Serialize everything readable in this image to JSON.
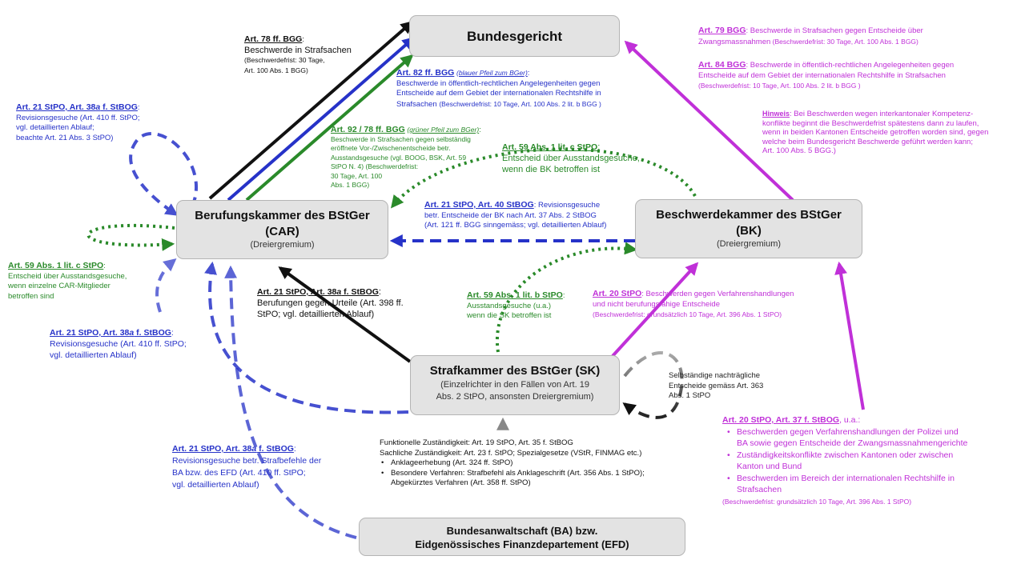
{
  "nodes": {
    "bundesgericht": {
      "title": "Bundesgericht"
    },
    "car": {
      "title": "Berufungskammer des BStGer",
      "title2": "(CAR)",
      "sub": "(Dreiergremium)"
    },
    "bk": {
      "title": "Beschwerdekammer des BStGer",
      "title2": "(BK)",
      "sub": "(Dreiergremium)"
    },
    "sk": {
      "title": "Strafkammer des BStGer (SK)",
      "sub1": "(Einzelrichter in den Fällen von Art. 19",
      "sub2": "Abs. 2 StPO, ansonsten Dreiergremium)"
    },
    "ba": {
      "title1": "Bundesanwaltschaft (BA) bzw.",
      "title2": "Eidgenössisches Finanzdepartement (EFD)"
    }
  },
  "annotations": {
    "art78": {
      "head": "Art. 78 ff. BGG",
      "colon": ":",
      "l1": "Beschwerde in Strafsachen",
      "l2": "(Beschwerdefrist: 30 Tage,",
      "l3": "Art. 100 Abs. 1 BGG)"
    },
    "art82": {
      "head": "Art. 82 ff. BGG",
      "headi": "(blauer Pfeil zum BGer)",
      "colon": ":",
      "l1": "Beschwerde in öffentlich-rechtlichen Angelegenheiten gegen",
      "l2": "Entscheide auf dem Gebiet der internationalen Rechtshilfe in",
      "l3": "Strafsachen",
      "l3b": "(Beschwerdefrist: 10 Tage, Art. 100 Abs. 2 lit. b BGG )"
    },
    "art92": {
      "head": "Art. 92 / 78 ff. BGG",
      "headi": "(grüner Pfeil zum BGer)",
      "colon": ":",
      "l1": "Beschwerde in Strafsachen gegen selbständig",
      "l2": "eröffnete Vor-/Zwischenentscheide betr.",
      "l3": "Ausstandsgesuche (vgl. BOOG, BSK, Art. 59",
      "l4": "StPO N. 4) (Beschwerdefrist:",
      "l5": "30 Tage, Art. 100",
      "l6": "Abs. 1 BGG)"
    },
    "art59c_top": {
      "head": "Art. 59 Abs. 1 lit. c StPO",
      "colon": ":",
      "l1": "Entscheid über Ausstandsgesuche,",
      "l2": "wenn die BK betroffen ist"
    },
    "art79": {
      "head": "Art. 79 BGG",
      "colon": ":",
      "l1": " Beschwerde in Strafsachen gegen Entscheide über",
      "l2": "Zwangsmassnahmen",
      "l2b": " (Beschwerdefrist: 30 Tage, Art. 100 Abs. 1 BGG)"
    },
    "art84": {
      "head": "Art. 84 BGG",
      "colon": ":",
      "l1": " Beschwerde in öffentlich-rechtlichen Angelegenheiten gegen",
      "l2": "Entscheide auf dem Gebiet der internationalen Rechtshilfe in Strafsachen",
      "l3": "(Beschwerdefrist: 10 Tage, Art. 100 Abs. 2 lit. b BGG )"
    },
    "hinweis": {
      "head": "Hinweis",
      "l1": ": Bei Beschwerden wegen interkantonaler Kompetenz-",
      "l2": "konflikte beginnt die Beschwerdefrist spätestens dann zu laufen,",
      "l3": "wenn in beiden Kantonen Entscheide getroffen worden sind, gegen",
      "l4": "welche beim Bundesgericht Beschwerde geführt werden kann;",
      "l5": "Art. 100 Abs. 5 BGG.)"
    },
    "art21_topleft": {
      "head": "Art. 21 StPO, Art. 38",
      "heada": "a",
      "head2": " f. StBOG",
      "colon": ":",
      "l1": "Revisionsgesuche (Art. 410 ff. StPO;",
      "l2": "vgl. detaillierten Ablauf;",
      "l3": "beachte Art. 21 Abs. 3 StPO)"
    },
    "art59c_left": {
      "head": "Art. 59 Abs. 1 lit. c StPO",
      "colon": ":",
      "l1": "Entscheid über Ausstandsgesuche,",
      "l2": "wenn einzelne CAR-Mitglieder",
      "l3": "betroffen sind"
    },
    "art21_40": {
      "head": "Art. 21 StPO, Art. 40 StBOG",
      "l1": ": Revisionsgesuche",
      "l2": "betr. Entscheide der BK nach Art. 37 Abs. 2 StBOG",
      "l3": "(Art. 121 ff. BGG sinngemäss; vgl. detaillierten Ablauf)"
    },
    "art21_berufung": {
      "head": "Art. 21 StPO, Art. 38",
      "heada": "a",
      "head2": " f. StBOG",
      "colon": ":",
      "l1": "Berufungen gegen Urteile (Art. 398 ff.",
      "l2": "StPO; vgl. detaillierten Ablauf)"
    },
    "art59b": {
      "head": "Art. 59 Abs. 1 lit. b StPO",
      "colon": ":",
      "l1": "Ausstandsgesuche (u.a.)",
      "l2": "wenn die SK betroffen ist"
    },
    "art20_bk": {
      "head": "Art. 20 StPO",
      "colon": ":",
      "l1": " Beschwerden gegen Verfahrenshandlungen",
      "l2": "und nicht berufungsfähige Entscheide",
      "l3": "(Beschwerdefrist: grundsätzlich 10 Tage, Art. 396 Abs. 1 StPO)"
    },
    "art21_mid": {
      "head": "Art. 21 StPO, Art. 38",
      "heada": "a",
      "head2": " f. StBOG",
      "colon": ":",
      "l1": "Revisionsgesuche (Art. 410 ff. StPO;",
      "l2": "vgl. detaillierten Ablauf)"
    },
    "selbst": {
      "l1": "Selbständige nachträgliche",
      "l2": "Entscheide gemäss Art. 363",
      "l3": "Abs. 1 StPO"
    },
    "art21_bottom": {
      "head": "Art. 21 StPO, Art. 38",
      "heada": "a",
      "head2": " f. StBOG",
      "colon": ":",
      "l1": "Revisionsgesuche betr. Strafbefehle der",
      "l2": "BA bzw. des EFD (Art. 410 ff. StPO;",
      "l3": "vgl. detaillierten Ablauf)"
    },
    "zust": {
      "l1": "Funktionelle Zuständigkeit: Art. 19 StPO, Art. 35 f. StBOG",
      "l2": "Sachliche Zuständigkeit: Art. 23 f. StPO; Spezialgesetze (VStR, FINMAG etc.)",
      "b1": "Anklageerhebung (Art. 324 ff. StPO)",
      "b2": "Besondere Verfahren: Strafbefehl als Anklageschrift (Art. 356 Abs. 1 StPO);",
      "b2b": "Abgekürztes Verfahren (Art. 358 ff. StPO)"
    },
    "art20_37": {
      "head": "Art. 20 StPO, Art. 37 f. StBOG",
      "tail": ", u.a.:",
      "b1": "Beschwerden gegen Verfahrenshandlungen der Polizei und",
      "b1b": "BA sowie gegen Entscheide der Zwangsmassnahmengerichte",
      "b2": "Zuständigkeitskonflikte zwischen Kantonen oder zwischen",
      "b2b": "Kanton und Bund",
      "b3": "Beschwerden im Bereich der internationalen Rechtshilfe in",
      "b3b": "Strafsachen",
      "foot": "(Beschwerdefrist: grundsätzlich 10 Tage, Art. 396 Abs. 1 StPO)"
    }
  },
  "colors": {
    "blue": "#2632c8",
    "green": "#2a8a2a",
    "magenta": "#c030d8",
    "black": "#111111",
    "grey": "#888888",
    "box": "#e3e3e3"
  }
}
